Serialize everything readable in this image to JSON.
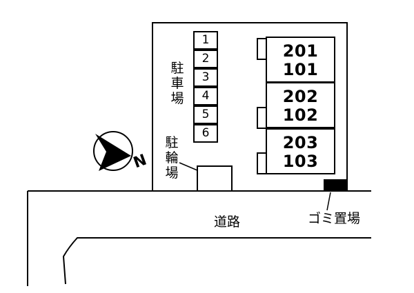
{
  "map": {
    "parking_label": [
      "駐",
      "車",
      "場"
    ],
    "parking_slots": [
      "1",
      "2",
      "3",
      "4",
      "5",
      "6"
    ],
    "bike_parking_label": [
      "駐",
      "輪",
      "場"
    ],
    "units": [
      {
        "upper": "201",
        "lower": "101"
      },
      {
        "upper": "202",
        "lower": "102"
      },
      {
        "upper": "203",
        "lower": "103"
      }
    ],
    "road_label": "道路",
    "garbage_label": "ゴミ置場",
    "north_label": "N"
  },
  "colors": {
    "line": "#000000",
    "background": "#ffffff"
  }
}
